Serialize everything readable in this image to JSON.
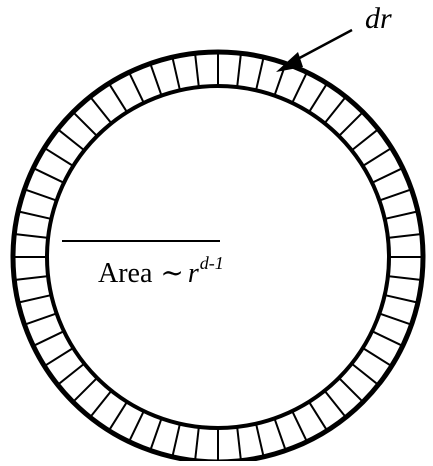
{
  "labels": {
    "dr": "dr",
    "area_word": "Area",
    "area_tilde": "~",
    "area_base": "r",
    "area_exponent": "d-1"
  },
  "shell_segments": 56,
  "colors": {
    "ink": "#000000",
    "background": "#ffffff"
  }
}
